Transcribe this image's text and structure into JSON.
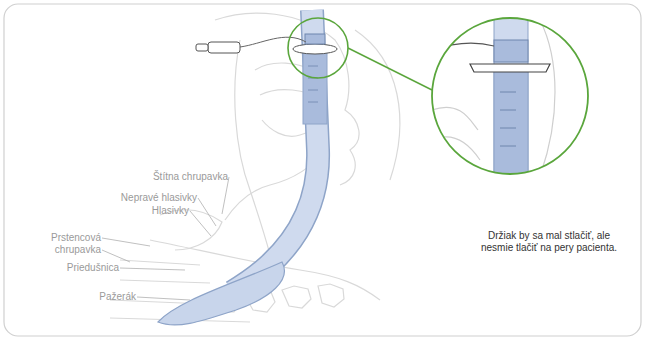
{
  "diagram": {
    "labels": [
      "Štítna chrupavka",
      "Nepravé hlasivky",
      "Hlasivky",
      "Prstencová chrupavka",
      "Priedušnica",
      "Pažerák",
      "Držiak by sa mal stlačiť, ale nesmie tlačiť na pery pacienta."
    ]
  }
}
